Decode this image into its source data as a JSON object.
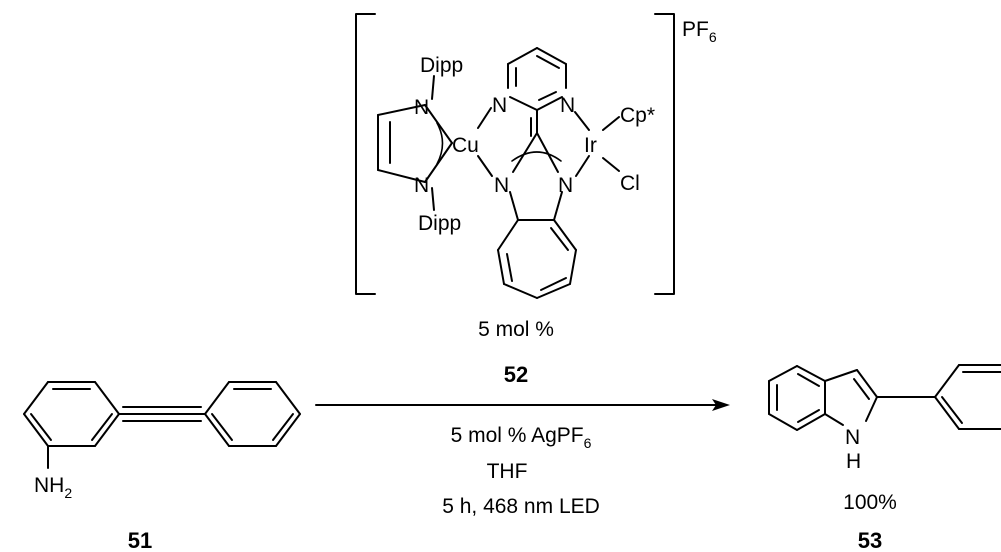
{
  "catalyst": {
    "counterion": "PF",
    "counterion_sub": "6",
    "atoms": {
      "dipp_top": "Dipp",
      "dipp_bottom": "Dipp",
      "n": "N",
      "cu": "Cu",
      "ir": "Ir",
      "cp": "Cp*",
      "cl": "Cl"
    },
    "loading": "5 mol %",
    "number": "52"
  },
  "reactant": {
    "amine": "NH",
    "amine_sub": "2",
    "number": "51"
  },
  "conditions": {
    "line1_prefix": "5 mol % AgPF",
    "line1_sub": "6",
    "line2": "THF",
    "line3": "5 h, 468 nm LED"
  },
  "product": {
    "n": "N",
    "h": "H",
    "yield": "100%",
    "number": "53"
  }
}
